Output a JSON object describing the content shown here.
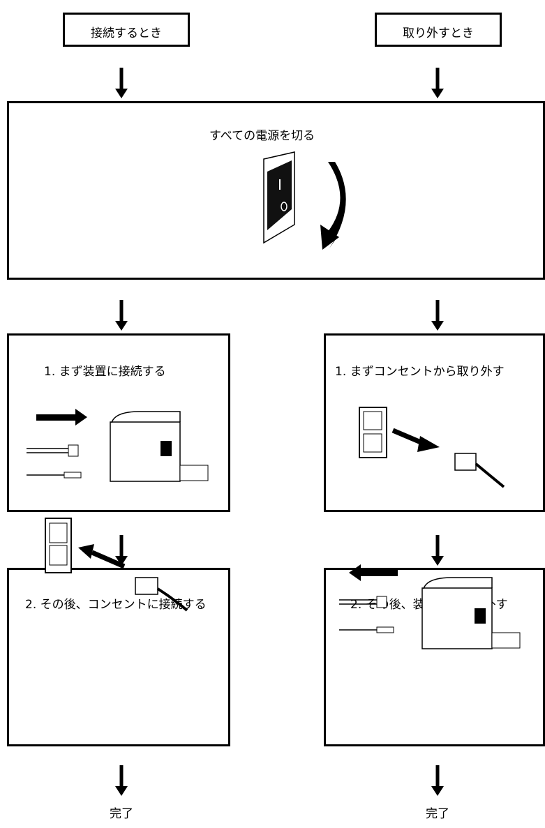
{
  "left_column": {
    "header": "接続するとき",
    "step1": "1. まず装置に接続する",
    "step2": "2. その後、コンセントに接続する",
    "done": "完了"
  },
  "right_column": {
    "header": "取り外すとき",
    "step1": "1. まずコンセントから取り外す",
    "step2": "2. その後、装置から取り外す",
    "done": "完了"
  },
  "common_step": {
    "title": "すべての電源を切る"
  },
  "icons": {
    "power_switch": "power-switch-icon",
    "rotate_arrow": "curved-down-arrow-icon",
    "printer": "printer-icon",
    "outlet": "wall-outlet-icon",
    "plug": "power-plug-icon"
  }
}
